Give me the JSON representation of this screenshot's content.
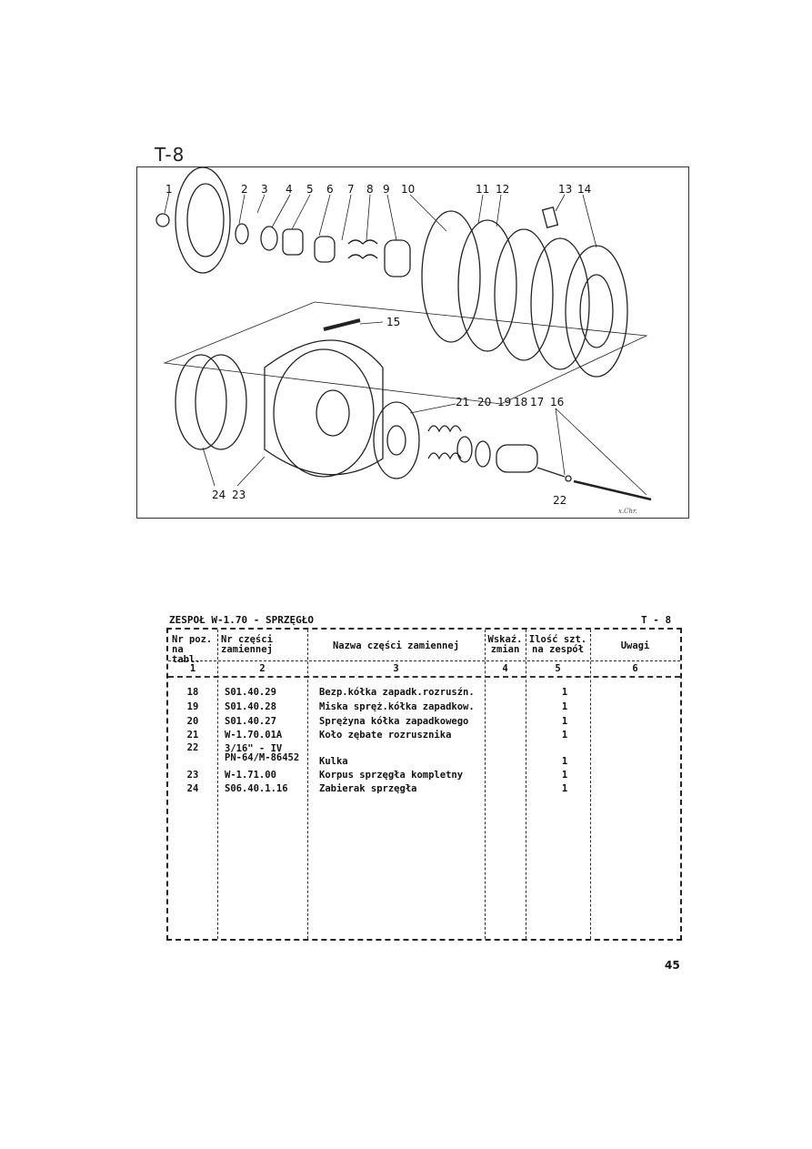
{
  "figure": {
    "label": "T-8",
    "callouts_top": [
      "1",
      "2",
      "3",
      "4",
      "5",
      "6",
      "7",
      "8",
      "9",
      "10",
      "11",
      "12",
      "13",
      "14"
    ],
    "callout_15": "15",
    "callouts_mid": [
      "21",
      "20",
      "19",
      "18",
      "17",
      "16"
    ],
    "callouts_bottom": [
      "24",
      "23",
      "22"
    ],
    "signature": "x.Chr."
  },
  "table": {
    "assembly": "ZESPOŁ W-1.70 - SPRZĘGŁO",
    "code": "T - 8",
    "headers": {
      "col1": [
        "Nr poz.",
        "na tabl."
      ],
      "col2": [
        "Nr części",
        "zamiennej"
      ],
      "col3": "Nazwa części zamiennej",
      "col4": [
        "Wskaź.",
        "zmian"
      ],
      "col5": [
        "Ilość szt.",
        "na zespół"
      ],
      "col6": "Uwagi"
    },
    "col_numbers": [
      "1",
      "2",
      "3",
      "4",
      "5",
      "6"
    ],
    "rows": [
      {
        "pos": "18",
        "part": "S01.40.29",
        "name": "Bezp.kółka zapadk.rozrusźn.",
        "qty": "1"
      },
      {
        "pos": "19",
        "part": "S01.40.28",
        "name": "Miska spręż.kółka zapadkow.",
        "qty": "1"
      },
      {
        "pos": "20",
        "part": "S01.40.27",
        "name": "Sprężyna kółka zapadkowego",
        "qty": "1"
      },
      {
        "pos": "21",
        "part": "W-1.70.01A",
        "name": "Koło zębate rozrusznika",
        "qty": "1"
      },
      {
        "pos": "22",
        "part": "3/16\" - IV",
        "part2": "PN-64/M-86452",
        "name": "Kulka",
        "qty": "1"
      },
      {
        "pos": "23",
        "part": "W-1.71.00",
        "name": "Korpus sprzęgła kompletny",
        "qty": "1"
      },
      {
        "pos": "24",
        "part": "S06.40.1.16",
        "name": "Zabierak sprzęgła",
        "qty": "1"
      }
    ]
  },
  "page_number": "45"
}
